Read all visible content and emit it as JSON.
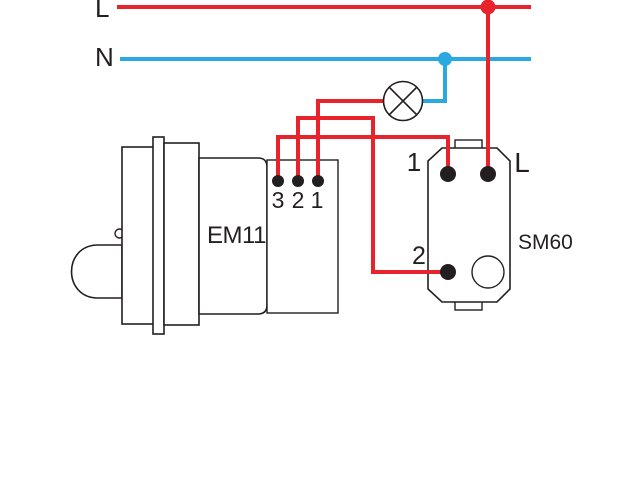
{
  "colors": {
    "live-wire": "#e8232b",
    "neutral-wire": "#2aa9e0",
    "outline": "#231f20"
  },
  "bus": {
    "live_label": "L",
    "neutral_label": "N"
  },
  "sensor": {
    "model": "EM11",
    "terminals": [
      "3",
      "2",
      "1"
    ]
  },
  "switch": {
    "model": "SM60",
    "terminal_1": "1",
    "terminal_2": "2",
    "terminal_live": "L"
  },
  "connections": [
    {
      "from": "live-bus",
      "to": "switch-terminal-L",
      "wire": "live"
    },
    {
      "from": "neutral-bus",
      "to": "lamp",
      "wire": "neutral"
    },
    {
      "from": "lamp",
      "to": "sensor-terminal-1",
      "wire": "live"
    },
    {
      "from": "sensor-terminal-2",
      "to": "switch-terminal-2",
      "wire": "live"
    },
    {
      "from": "sensor-terminal-3",
      "to": "switch-terminal-1",
      "wire": "live"
    }
  ]
}
